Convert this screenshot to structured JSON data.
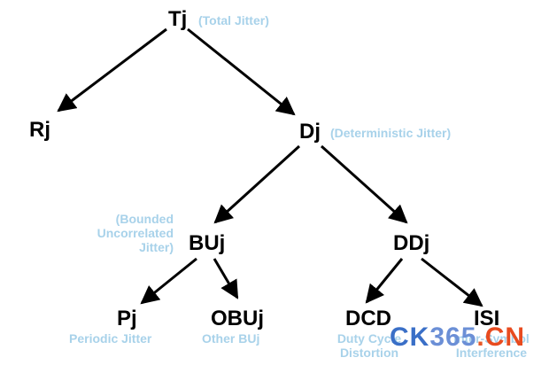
{
  "nodes": {
    "tj": {
      "label": "Tj",
      "desc": "(Total Jitter)"
    },
    "rj": {
      "label": "Rj"
    },
    "dj": {
      "label": "Dj",
      "desc": "(Deterministic Jitter)"
    },
    "buj": {
      "label": "BUj",
      "desc_lines": [
        "(Bounded",
        "Uncorrelated",
        "Jitter)"
      ]
    },
    "ddj": {
      "label": "DDj"
    },
    "pj": {
      "label": "Pj",
      "desc": "Periodic Jitter"
    },
    "obuj": {
      "label": "OBUj",
      "desc": "Other BUj"
    },
    "dcd": {
      "label": "DCD",
      "desc_lines": [
        "Duty Cycle",
        "Distortion"
      ]
    },
    "isi": {
      "label": "ISI",
      "desc_lines": [
        "Inter-Symbol",
        "Interference"
      ]
    }
  },
  "watermark": {
    "part1": "CK",
    "part2": "365",
    "part3": ".",
    "part4": "CN"
  },
  "colors": {
    "node_text": "#000000",
    "desc_text": "#a8d2ea",
    "arrow": "#000000"
  }
}
